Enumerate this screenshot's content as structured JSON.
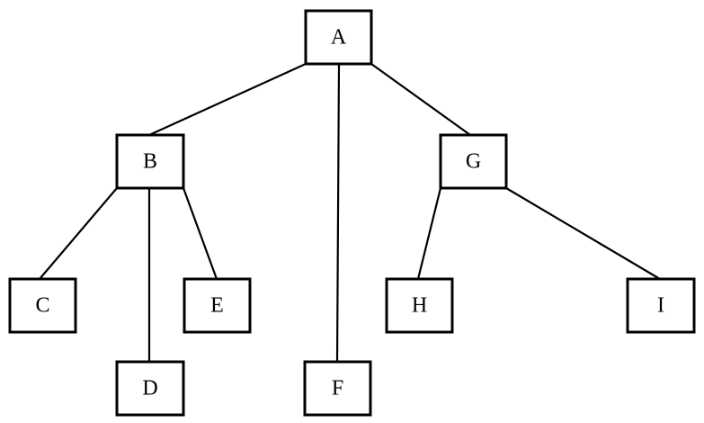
{
  "diagram": {
    "colors": {
      "line": "#000000",
      "box_fill": "#ffffff",
      "text": "#000000"
    },
    "nodes": {
      "A": "A",
      "B": "B",
      "C": "C",
      "D": "D",
      "E": "E",
      "F": "F",
      "G": "G",
      "H": "H",
      "I": "I"
    },
    "edges": [
      [
        "A",
        "B"
      ],
      [
        "A",
        "F"
      ],
      [
        "A",
        "G"
      ],
      [
        "B",
        "C"
      ],
      [
        "B",
        "D"
      ],
      [
        "B",
        "E"
      ],
      [
        "G",
        "H"
      ],
      [
        "G",
        "I"
      ]
    ]
  }
}
